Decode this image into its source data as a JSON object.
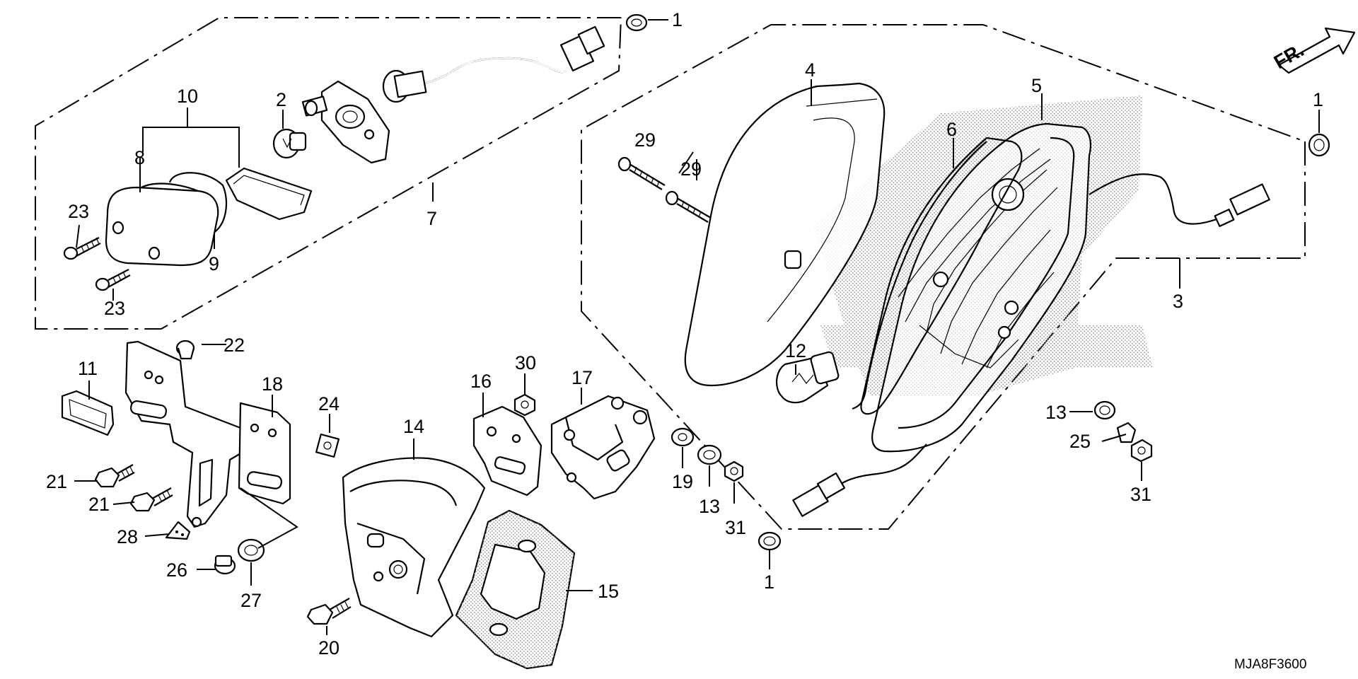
{
  "diagram": {
    "direction_label": "FR.",
    "catalog_code": "MJA8F3600",
    "callouts": {
      "c1a": "1",
      "c1b": "1",
      "c1c": "1",
      "c2": "2",
      "c3": "3",
      "c4": "4",
      "c5": "5",
      "c6": "6",
      "c7": "7",
      "c8": "8",
      "c9": "9",
      "c10": "10",
      "c11": "11",
      "c12": "12",
      "c13a": "13",
      "c13b": "13",
      "c14": "14",
      "c15": "15",
      "c16": "16",
      "c17": "17",
      "c18": "18",
      "c19": "19",
      "c20": "20",
      "c21a": "21",
      "c21b": "21",
      "c22": "22",
      "c23a": "23",
      "c23b": "23",
      "c24": "24",
      "c25": "25",
      "c26": "26",
      "c27": "27",
      "c28": "28",
      "c29a": "29",
      "c29b": "29",
      "c30": "30",
      "c31a": "31",
      "c31b": "31"
    }
  }
}
